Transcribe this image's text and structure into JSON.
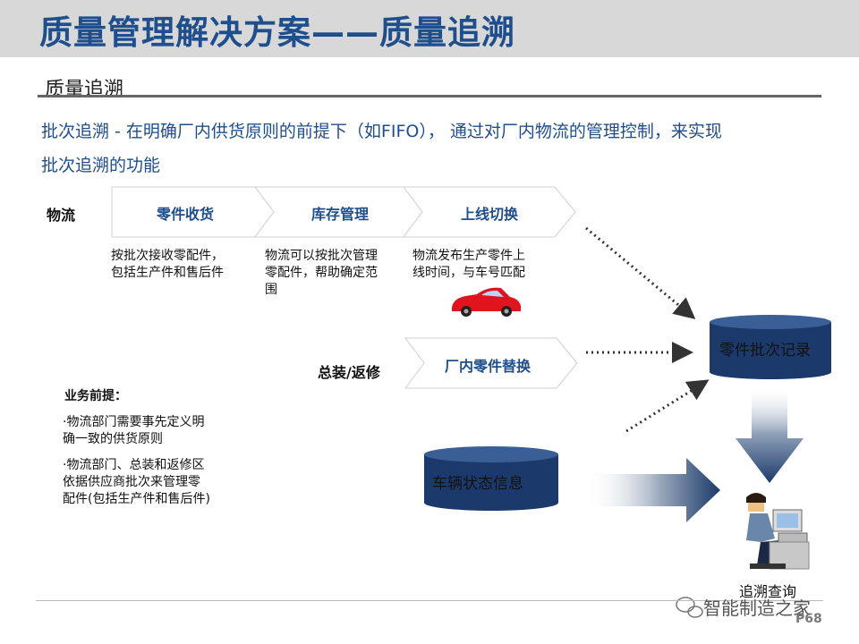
{
  "header": {
    "title": "质量管理解决方案——质量追溯",
    "subtitle": "质量追溯"
  },
  "intro": {
    "line1": "批次追溯 - 在明确厂内供货原则的前提下（如FIFO）， 通过对厂内物流的管理控制，来实现",
    "line2": "批次追溯的功能"
  },
  "lanes": {
    "logistics": "物流",
    "assembly": "总装/返修"
  },
  "steps": [
    {
      "label": "零件收货",
      "desc": [
        "按批次接收零配件，",
        "包括生产件和售后件"
      ]
    },
    {
      "label": "库存管理",
      "desc": [
        "物流可以按批次管理",
        "零配件，帮助确定范",
        "围"
      ]
    },
    {
      "label": "上线切换",
      "desc": [
        "物流发布生产零件上",
        "线时间，与车号匹配"
      ]
    }
  ],
  "assembly_step": {
    "label": "厂内零件替换"
  },
  "business": {
    "heading": "业务前提：",
    "item1": [
      "·物流部门需要事先定义明",
      "确一致的供货原则"
    ],
    "item2": [
      "·物流部门、总装和返修区",
      "依据供应商批次来管理零",
      "配件(包括生产件和售后件)"
    ]
  },
  "databases": {
    "batch_record": "零件批次记录",
    "vehicle_status": "车辆状态信息"
  },
  "trace_query": "追溯查询",
  "watermark": "智能制造之家",
  "page_number": "P68",
  "colors": {
    "title_blue": "#1f4e8c",
    "cylinder_dark": "#1b3a6b",
    "cylinder_top": "#3a5f96",
    "car_red": "#e0141e"
  }
}
